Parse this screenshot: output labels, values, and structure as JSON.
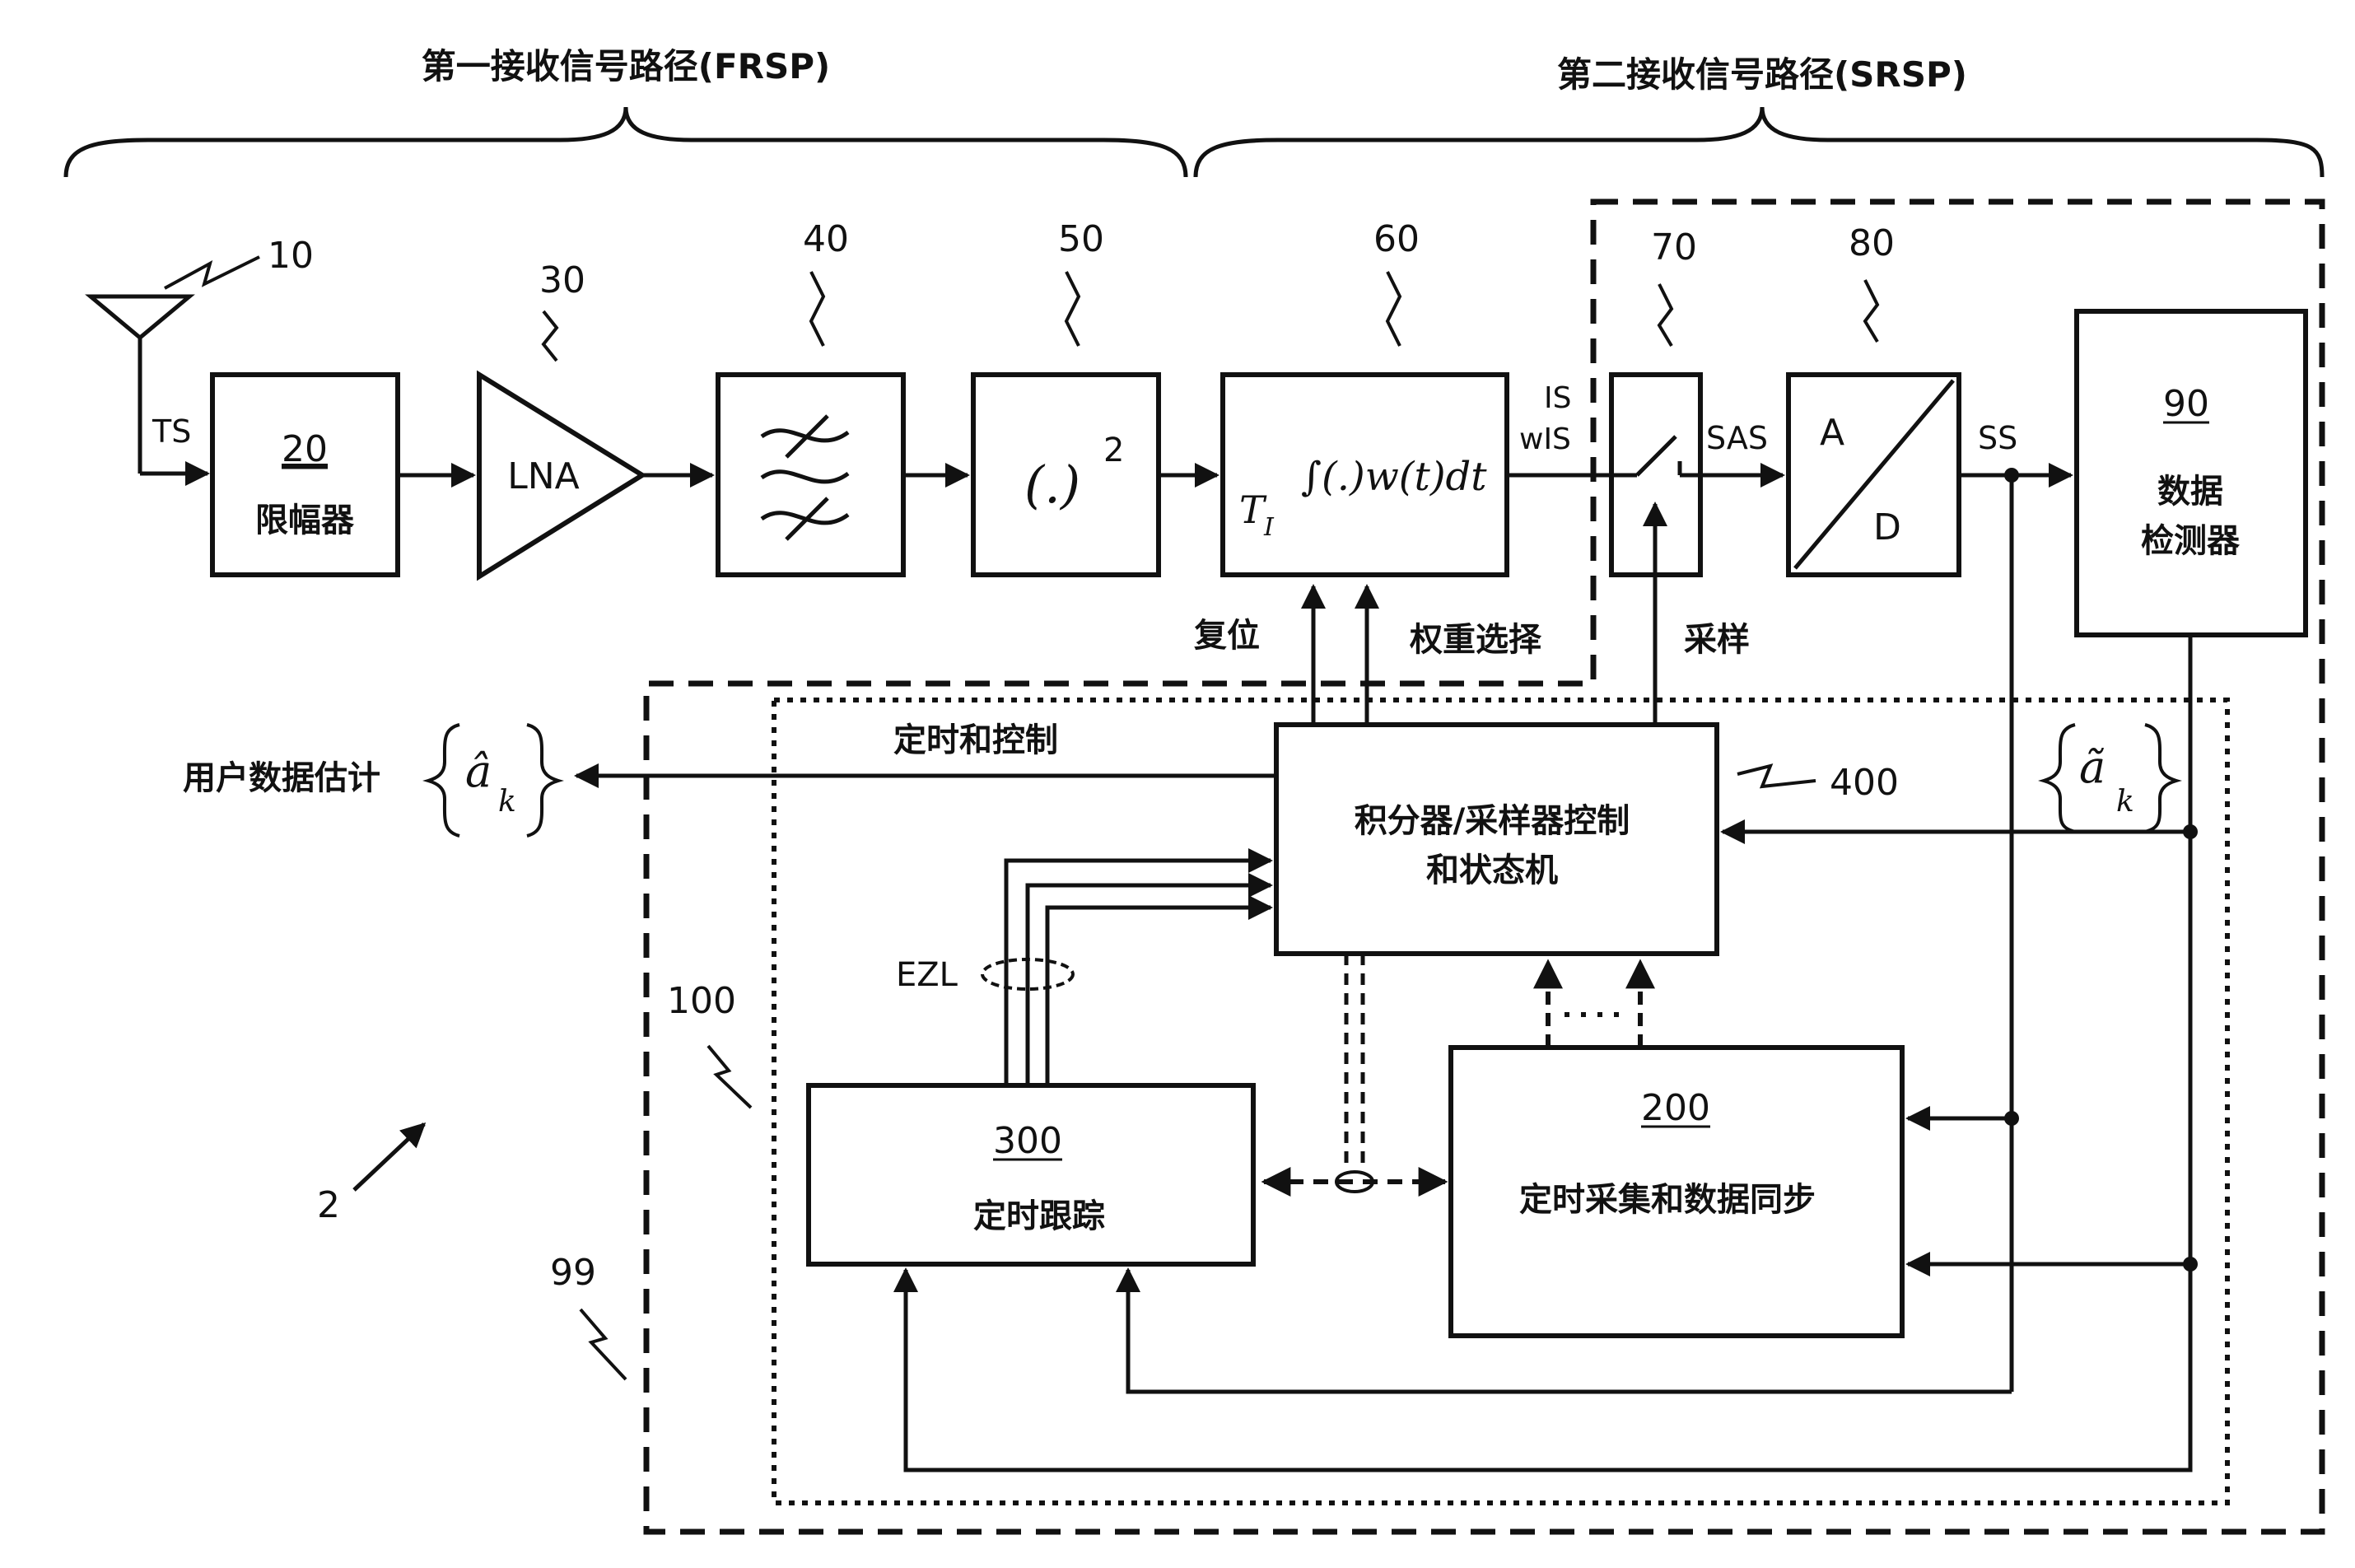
{
  "paths": {
    "first": "第一接收信号路径(FRSP)",
    "second": "第二接收信号路径(SRSP)"
  },
  "refs": {
    "r10": "10",
    "r30": "30",
    "r40": "40",
    "r50": "50",
    "r60": "60",
    "r70": "70",
    "r80": "80",
    "r400": "400",
    "r100": "100",
    "r99": "99",
    "r2": "2"
  },
  "blocks": {
    "limiter": {
      "num": "20",
      "label": "限幅器"
    },
    "lna": {
      "label": "LNA"
    },
    "square": {
      "label": "(.)",
      "exp": "2"
    },
    "integrator": {
      "ti": "T",
      "ti_sub": "I",
      "formula": "∫(.)w(t)dt"
    },
    "adc": {
      "a": "A",
      "d": "D"
    },
    "detector": {
      "num": "90",
      "line1": "数据",
      "line2": "检测器"
    },
    "controller": {
      "line1": "积分器/采样器控制",
      "line2": "和状态机"
    },
    "tracking": {
      "num": "300",
      "label": "定时跟踪"
    },
    "acquisition": {
      "num": "200",
      "label": "定时采集和数据同步"
    }
  },
  "signals": {
    "ts": "TS",
    "is": "IS",
    "wis": "wIS",
    "sas": "SAS",
    "ss": "SS",
    "ezl": "EZL",
    "reset": "复位",
    "weight_select": "权重选择",
    "sampling": "采样",
    "timing_control": "定时和控制",
    "user_estimate": "用户数据估计",
    "a_hat": "â",
    "a_tilde": "ã",
    "k": "k"
  },
  "colors": {
    "ink": "#111111",
    "background": "#ffffff"
  }
}
